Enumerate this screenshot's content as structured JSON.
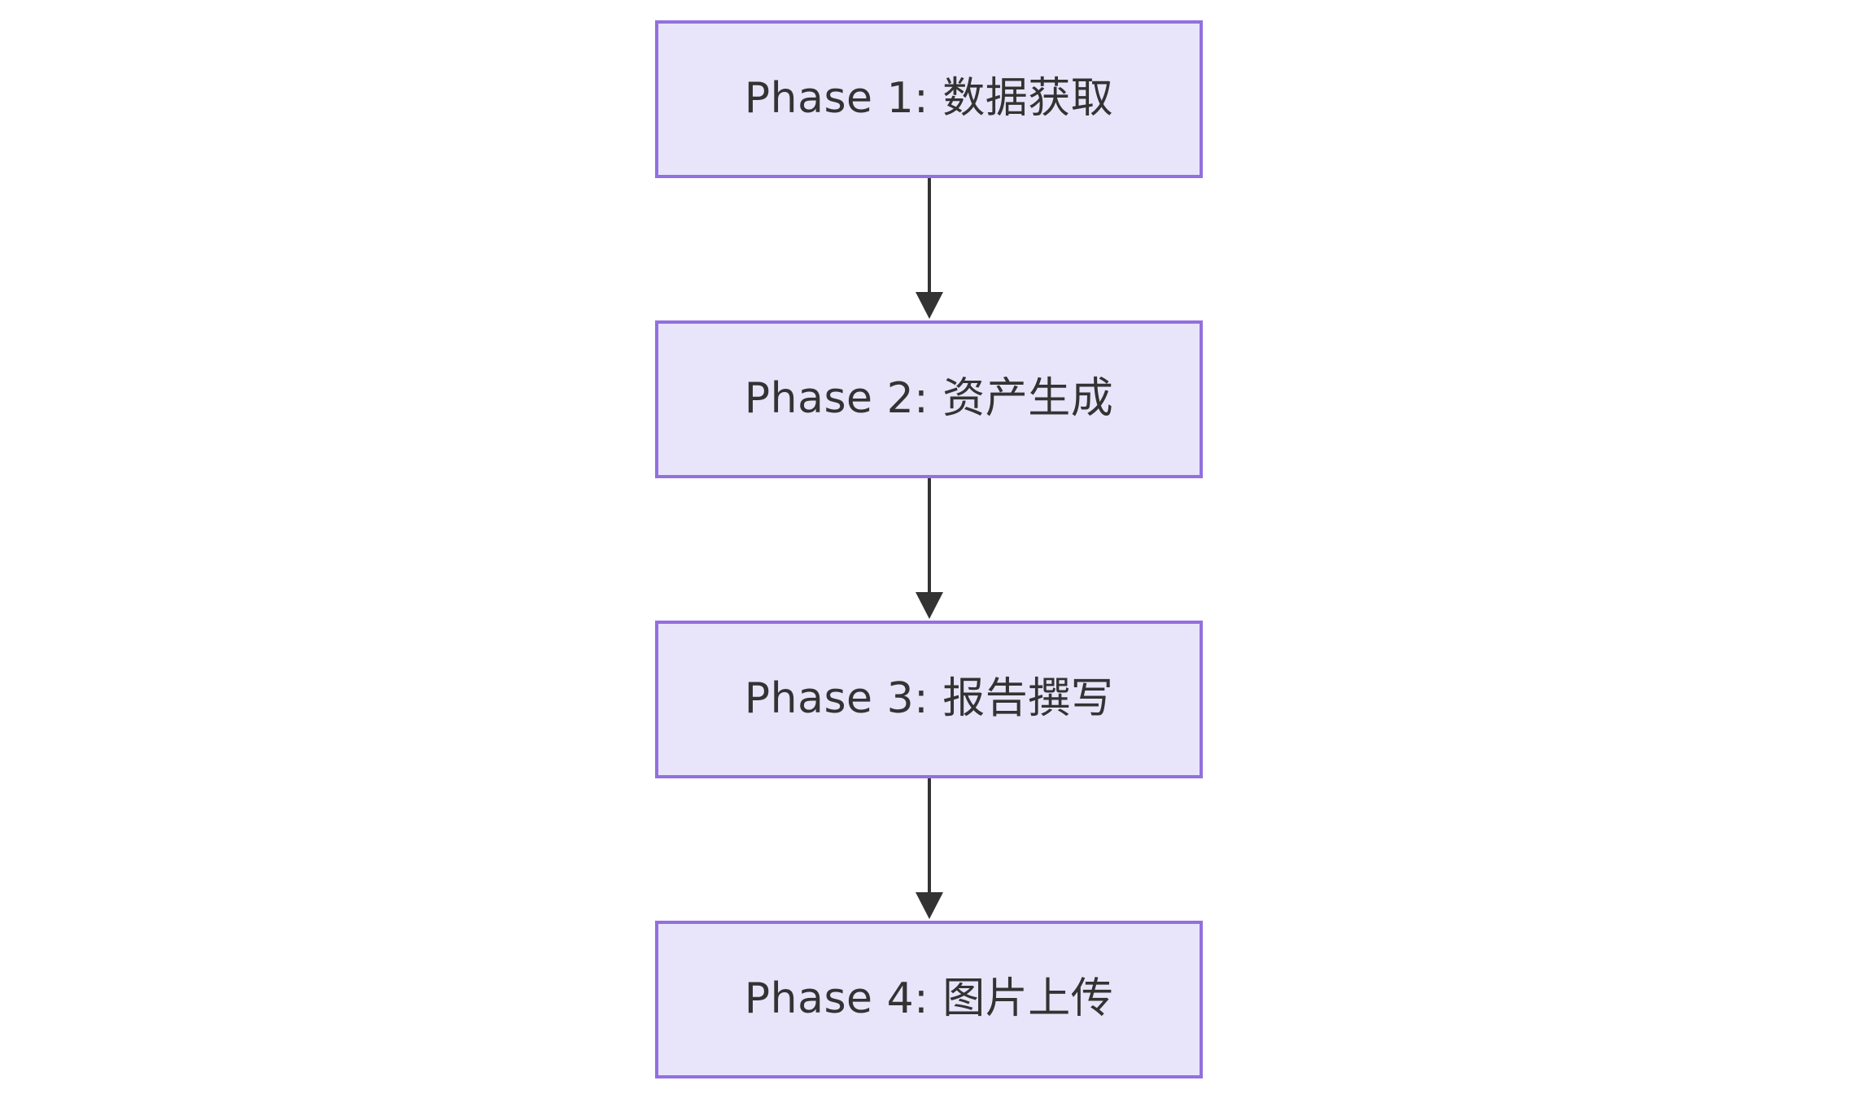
{
  "diagram": {
    "type": "flowchart",
    "direction": "top-to-bottom",
    "background_color": "#FFFFFF",
    "node_fill_color": "#E8E5FA",
    "node_border_color": "#9270DF",
    "node_text_color": "#333333",
    "edge_color": "#333333",
    "nodes": [
      {
        "id": "phase1",
        "label": "Phase 1: 数据获取"
      },
      {
        "id": "phase2",
        "label": "Phase 2: 资产生成"
      },
      {
        "id": "phase3",
        "label": "Phase 3: 报告撰写"
      },
      {
        "id": "phase4",
        "label": "Phase 4: 图片上传"
      }
    ],
    "edges": [
      {
        "id": "edge1",
        "from": "phase1",
        "to": "phase2",
        "label": "",
        "arrowhead": "solid-triangle"
      },
      {
        "id": "edge2",
        "from": "phase2",
        "to": "phase3",
        "label": "",
        "arrowhead": "solid-triangle"
      },
      {
        "id": "edge3",
        "from": "phase3",
        "to": "phase4",
        "label": "",
        "arrowhead": "solid-triangle"
      }
    ]
  }
}
